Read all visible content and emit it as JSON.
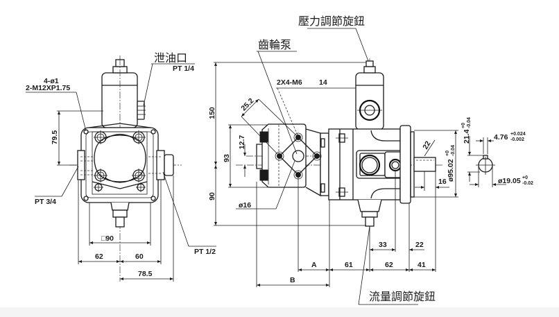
{
  "colors": {
    "ink": "#1a1a1a",
    "paper": "#ffffff",
    "bottom_band": "#f4f4f4"
  },
  "left_view": {
    "labels": {
      "drain_port": "泄油口",
      "drain_port_thread": "PT 1/4",
      "mount_holes": "4-ø1",
      "mount_thread": "2-M12XP1.75",
      "inlet_port": "PT 3/4",
      "outlet_port": "PT 1/2"
    },
    "dimensions": {
      "center_height": "79.5",
      "flange_square": "□90",
      "left_half_width": "62",
      "right_half_width": "60",
      "port_reach": "78.5"
    }
  },
  "right_view": {
    "labels": {
      "pressure_knob": "壓力調節旋鈕",
      "gear_pump": "齒輪泵",
      "flow_knob": "流量調節旋鈕",
      "tapped_holes": "2X4-M6",
      "tapped_depth": "14",
      "bore": "ø16"
    },
    "dimensions": {
      "upper_height": "150",
      "lower_height": "90",
      "gear_pump_height": "93",
      "gear_offset": "12.7",
      "bolt_pitch": "25.2",
      "length_a": "A",
      "length_b": "B",
      "d61": "61",
      "d62": "62",
      "d41": "41",
      "d33": "33",
      "d22_lower": "22",
      "d22_shaft": "22",
      "d16": "16",
      "pilot_diameter": {
        "value": "ø95.02",
        "upper": "+0",
        "lower": "-0.04"
      }
    }
  },
  "shaft_section": {
    "key_height": {
      "value": "21.4",
      "upper": "+0",
      "lower": "-0.04"
    },
    "key_width": {
      "value": "4.76",
      "upper": "+0.024",
      "lower": "-0.002"
    },
    "shaft_diameter": {
      "value": "ø19.05",
      "upper": "+0",
      "lower": "-0.02"
    }
  }
}
